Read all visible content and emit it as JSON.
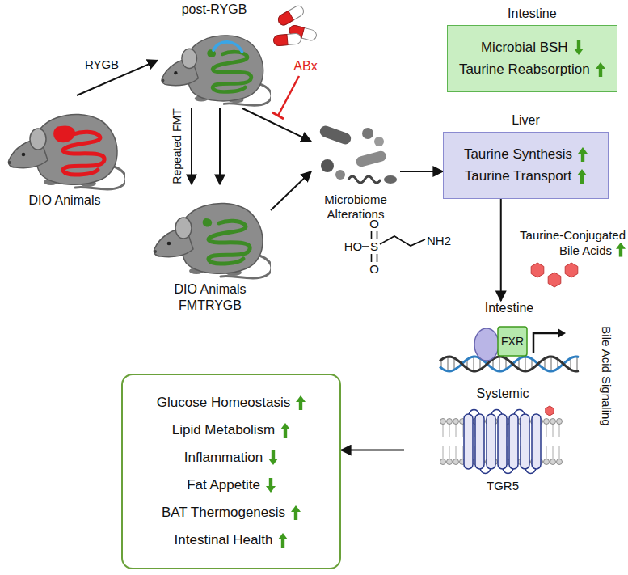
{
  "diagram": {
    "nodes": [
      {
        "text": [
          "DIO Animals"
        ]
      },
      {
        "text": [
          "post-RYGB"
        ]
      },
      {
        "text": [
          "DIO Animals FMTRYGB"
        ]
      },
      {
        "text": [
          "Microbiome Alterations"
        ]
      },
      {
        "text": [
          "Intestine",
          "Microbial BSH",
          "Taurine Reabsorption"
        ]
      },
      {
        "text": [
          "Liver",
          "Taurine Synthesis",
          "Taurine Transport"
        ]
      },
      {
        "text": [
          "Intestine",
          "FXR"
        ]
      },
      {
        "text": [
          "Systemic",
          "TGR5"
        ]
      },
      {
        "text": [
          "Glucose Homeostasis",
          "Lipid Metabolism",
          "Inflammation",
          "Fat Appetite",
          "BAT Thermogenesis",
          "Intestinal Health"
        ]
      }
    ],
    "edges": [
      {
        "from": 0,
        "to": 1,
        "label": "RYGB",
        "arrow": "to"
      },
      {
        "from": 1,
        "to": 2,
        "label": "Repeated FMT",
        "arrow": "to"
      },
      {
        "from": 1,
        "to": 2,
        "arrow": "to"
      },
      {
        "from": 1,
        "to": 3,
        "arrow": "to"
      },
      {
        "from": 2,
        "to": 3,
        "arrow": "to"
      },
      {
        "from": 3,
        "to": 5,
        "arrow": "to"
      },
      {
        "from": 5,
        "to": 6,
        "arrow": "to"
      },
      {
        "from": 7,
        "to": 8,
        "arrow": "to"
      }
    ],
    "labels": [
      "ABx",
      "O",
      "HO",
      "S",
      "O",
      "NH2",
      "Taurine-Conjugated Bile Acids",
      "Bile Acid Signaling"
    ]
  }
}
